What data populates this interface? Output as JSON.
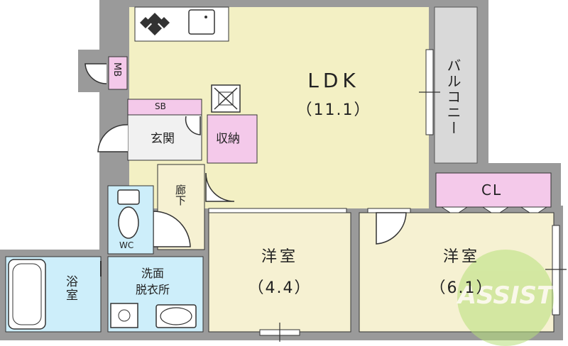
{
  "rooms": {
    "ldk": {
      "name": "LDK",
      "size": "（11.1）"
    },
    "balcony": {
      "name": "バルコニー"
    },
    "mb": {
      "name": "MB"
    },
    "sb": {
      "name": "SB"
    },
    "genkan": {
      "name": "玄関"
    },
    "storage": {
      "name": "収納"
    },
    "corridor": {
      "name": "廊下"
    },
    "wc": {
      "name": "WC"
    },
    "cl": {
      "name": "CL"
    },
    "western_1": {
      "name": "洋室",
      "size": "（4.4）"
    },
    "western_2": {
      "name": "洋室",
      "size": "（6.1）"
    },
    "bath": {
      "name": "浴室"
    },
    "washroom": {
      "name": "洗面\n脱衣所"
    }
  },
  "watermark": {
    "text": "ASSIST"
  },
  "colors": {
    "wall": "#9a9a9a",
    "ldk": "#f3f0c4",
    "western": "#f6f1d2",
    "balcony": "#d9d9d9",
    "pink": "#f4c9ea",
    "wet": "#cdeefa",
    "corridor": "#f6f1d2",
    "line": "#333333",
    "watermark": "#b7e07a"
  },
  "icons": [
    "stove-icon",
    "sink-icon",
    "ventilation-fan-icon",
    "toilet-icon",
    "bathtub-icon",
    "wash-basin-icon",
    "washer-pan-icon",
    "door-swing-icon"
  ]
}
